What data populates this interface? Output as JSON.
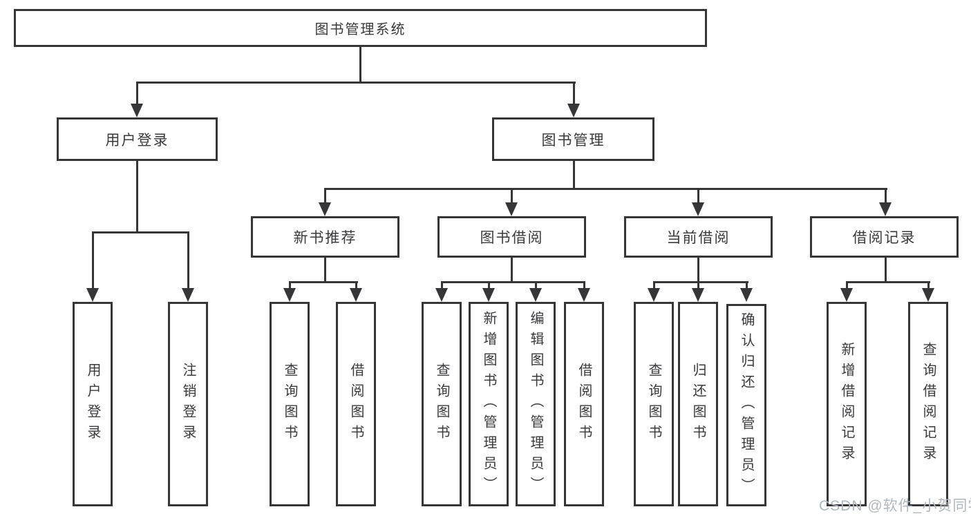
{
  "colors": {
    "line": "#363638",
    "text": "#3a3a3c",
    "watermark": "#b2b8bf",
    "background": "#ffffff"
  },
  "watermark": {
    "label": "CSDN @软件_小贺同学"
  },
  "diagram": {
    "root": {
      "label": "图书管理系统"
    },
    "branches": [
      {
        "label": "用户登录",
        "leaves": [
          "用户登录",
          "注销登录"
        ]
      },
      {
        "label": "图书管理",
        "children": [
          {
            "label": "新书推荐",
            "leaves": [
              "查询图书",
              "借阅图书"
            ]
          },
          {
            "label": "图书借阅",
            "leaves": [
              "查询图书",
              "新增图书（管理员）",
              "编辑图书（管理员）",
              "借阅图书"
            ]
          },
          {
            "label": "当前借阅",
            "leaves": [
              "查询图书",
              "归还图书",
              "确认归还（管理员）"
            ]
          },
          {
            "label": "借阅记录",
            "leaves": [
              "新增借阅记录",
              "查询借阅记录"
            ]
          }
        ]
      }
    ]
  }
}
